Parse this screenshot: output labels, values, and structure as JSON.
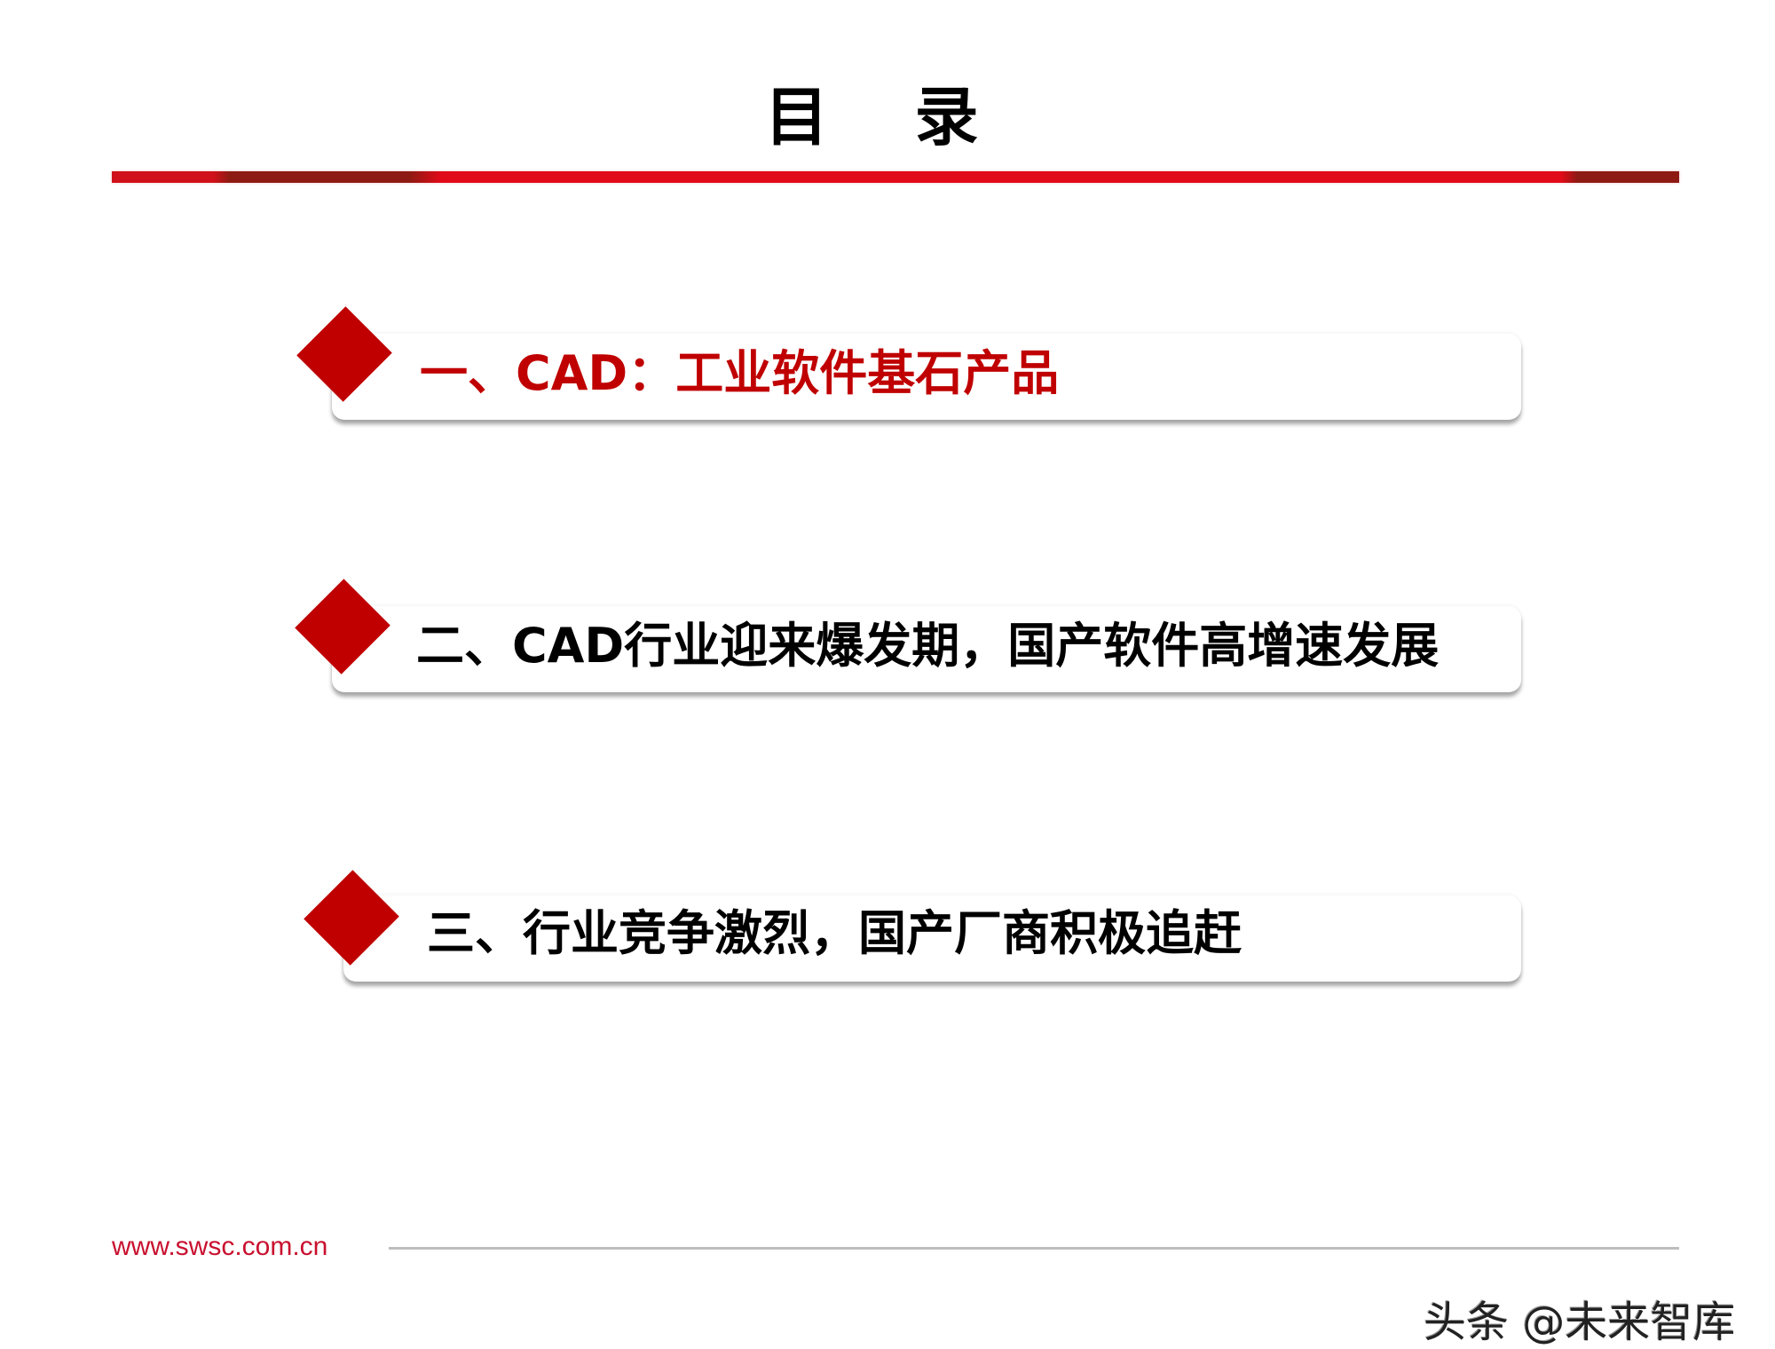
{
  "page": {
    "title": "目录",
    "title_display": "目 录"
  },
  "toc": {
    "items": [
      {
        "label": "一、CAD：工业软件基石产品",
        "color": "#c00000",
        "active": true
      },
      {
        "label": "二、CAD行业迎来爆发期，国产软件高增速发展",
        "color": "#000000",
        "active": false
      },
      {
        "label": "三、行业竞争激烈，国产厂商积极追赶",
        "color": "#000000",
        "active": false
      }
    ],
    "bullet_icon": "diamond-icon",
    "bullet_color": "#c00000"
  },
  "footer": {
    "url": "www.swsc.com.cn",
    "url_color": "#c8102e"
  },
  "watermark": {
    "text": "头条 @未来智库"
  },
  "colors": {
    "accent_red": "#e00a18",
    "accent_dark_red": "#8e1a14"
  }
}
